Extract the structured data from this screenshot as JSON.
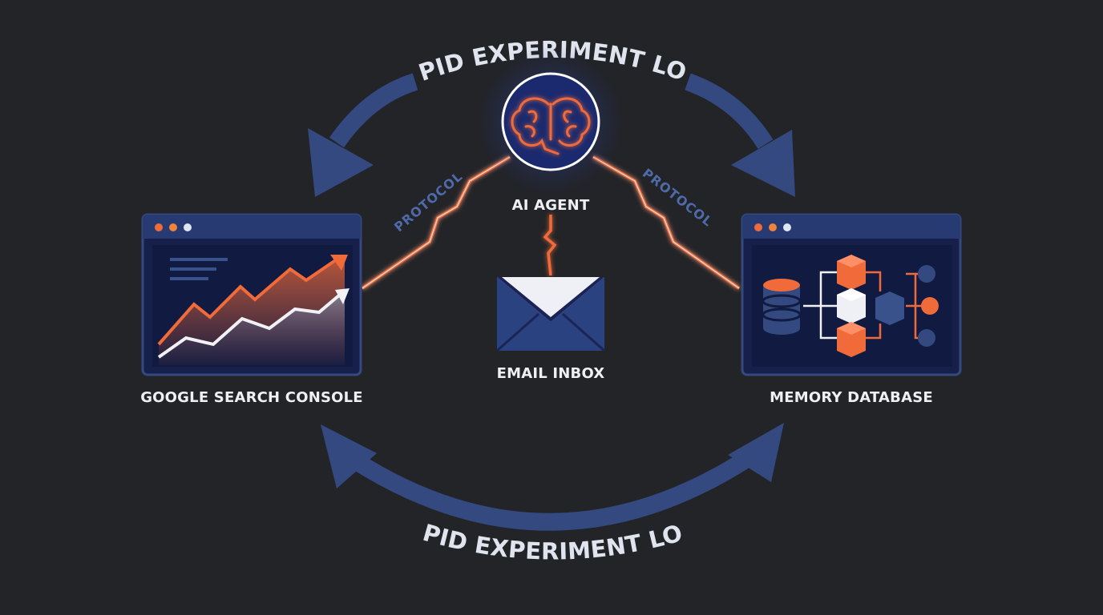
{
  "title_top": "RAPID EXPERIMENT LOOP",
  "title_bottom": "RAPID EXPERIMENT LOOP",
  "protocol_left": "PROTOCOL",
  "protocol_right": "PROTOCOL",
  "agent": {
    "label": "AI AGENT",
    "icon": "brain-icon"
  },
  "email": {
    "label": "EMAIL INBOX",
    "icon": "envelope-icon"
  },
  "search_console": {
    "label": "GOOGLE SEARCH CONSOLE",
    "icon": "line-chart-icon"
  },
  "memory_db": {
    "label": "MEMORY DATABASE",
    "icon": "database-icon"
  },
  "colors": {
    "background": "#232427",
    "loop_arrow": "#33497f",
    "panel_fill": "#17204a",
    "panel_border": "#33497f",
    "accent_orange": "#f06a3a",
    "window_dot_red": "#f06a3a",
    "window_dot_orange": "#f0833a",
    "window_dot_white": "#dde4f2"
  }
}
